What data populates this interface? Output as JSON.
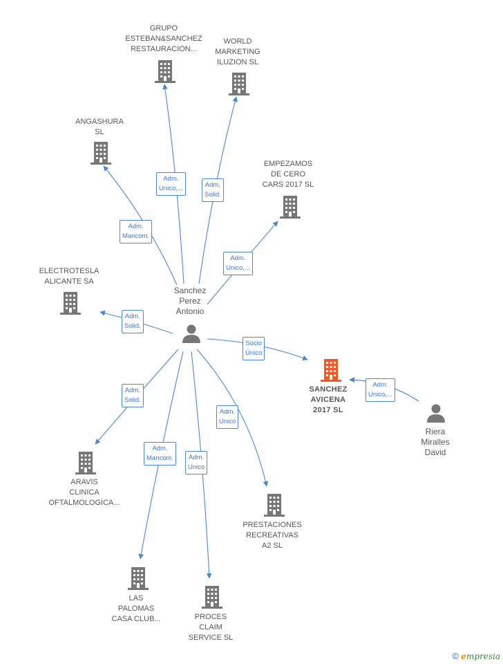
{
  "nodes": {
    "grupo": {
      "lines": [
        "GRUPO",
        "ESTEBAN&SANCHEZ",
        "RESTAURACION..."
      ]
    },
    "world": {
      "lines": [
        "WORLD",
        "MARKETING",
        "ILUZION  SL"
      ]
    },
    "angashura": {
      "lines": [
        "ANGASHURA",
        "SL"
      ]
    },
    "empezamos": {
      "lines": [
        "EMPEZAMOS",
        "DE CERO",
        "CARS 2017  SL"
      ]
    },
    "electrotesla": {
      "lines": [
        "ELECTROTESLA",
        "ALICANTE SA"
      ]
    },
    "sanchez_perez": {
      "lines": [
        "Sanchez",
        "Perez",
        "Antonio"
      ]
    },
    "sanchez_avicena": {
      "lines": [
        "SANCHEZ",
        "AVICENA",
        "2017  SL"
      ]
    },
    "riera": {
      "lines": [
        "Riera",
        "Miralles",
        "David"
      ]
    },
    "aravis": {
      "lines": [
        "ARAVIS",
        "CLINICA",
        "OFTALMOLOGICA..."
      ]
    },
    "prestaciones": {
      "lines": [
        "PRESTACIONES",
        "RECREATIVAS",
        "A2 SL"
      ]
    },
    "las_palomas": {
      "lines": [
        "LAS",
        "PALOMAS",
        "CASA CLUB..."
      ]
    },
    "proces": {
      "lines": [
        "PROCES",
        "CLAIM",
        "SERVICE SL"
      ]
    }
  },
  "edges": {
    "grupo": [
      "Adm.",
      "Unico,..."
    ],
    "world": [
      "Adm.",
      "Solid."
    ],
    "angashura": [
      "Adm.",
      "Mancom."
    ],
    "empezamos": [
      "Adm.",
      "Unico,..."
    ],
    "electrotesla": [
      "Adm.",
      "Solid."
    ],
    "avicena": [
      "Socio",
      "Único"
    ],
    "riera": [
      "Adm.",
      "Unico,..."
    ],
    "aravis": [
      "Adm.",
      "Solid."
    ],
    "prestaciones": [
      "Adm.",
      "Unico"
    ],
    "las_palomas": [
      "Adm.",
      "Mancom."
    ],
    "proces": [
      "Adm.",
      "Unico"
    ]
  },
  "colors": {
    "company": "#777777",
    "focus_company": "#f05a28",
    "person": "#777777",
    "edge": "#4a86d6"
  },
  "logo": {
    "copyright": "©",
    "brand_initial": "e",
    "brand_rest": "mpresia"
  }
}
